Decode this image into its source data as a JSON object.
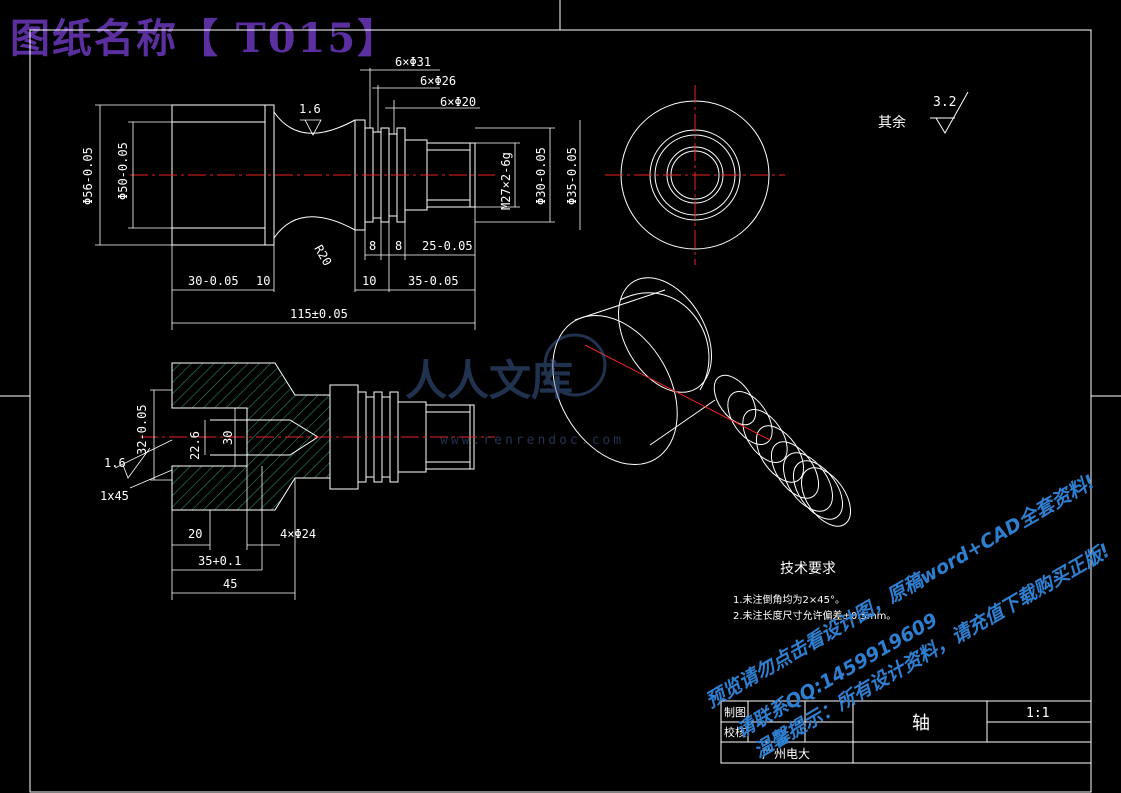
{
  "page_title": "图纸名称【 T015】",
  "dimensions": {
    "top_6x31": "6×Φ31",
    "top_6x26": "6×Φ26",
    "top_6x20": "6×Φ20",
    "rough_16_a": "1.6",
    "dia56": "Φ56-0.05",
    "dia50": "Φ50-0.05",
    "m27": "M27×2-6g",
    "dia30": "Φ30-0.05",
    "dia35": "Φ35-0.05",
    "r20": "R20",
    "d8a": "8",
    "d8b": "8",
    "d25": "25-0.05",
    "d30": "30-0.05",
    "d10a": "10",
    "d10b": "10",
    "d35": "35-0.05",
    "d115": "115±0.05",
    "sec_32": "32-0.05",
    "sec_22": "22.6",
    "sec_30": "30",
    "rough_16_b": "1.6",
    "chamfer": "1x45",
    "sec_20": "20",
    "sec_4x24": "4×Φ24",
    "sec_35": "35+0.1",
    "sec_45": "45",
    "rough_32": "3.2",
    "others": "其余"
  },
  "tech_req": {
    "title": "技术要求",
    "line1": "1.未注倒角均为2×45°。",
    "line2": "2.未注长度尺寸允许偏差±0.5mm。"
  },
  "title_block": {
    "drawn": "制图",
    "checked": "校核",
    "part": "轴",
    "scale": "1:1",
    "org": "广州电大"
  },
  "watermark": {
    "brand": "人人文库",
    "url": "www.renrendoc.com",
    "line1": "预览请勿点击看设计图，原稿word+CAD全套资料!",
    "line2": "请联系QQ:1459919609",
    "line3": "温馨提示：所有设计资料，请充值下载购买正版!"
  }
}
